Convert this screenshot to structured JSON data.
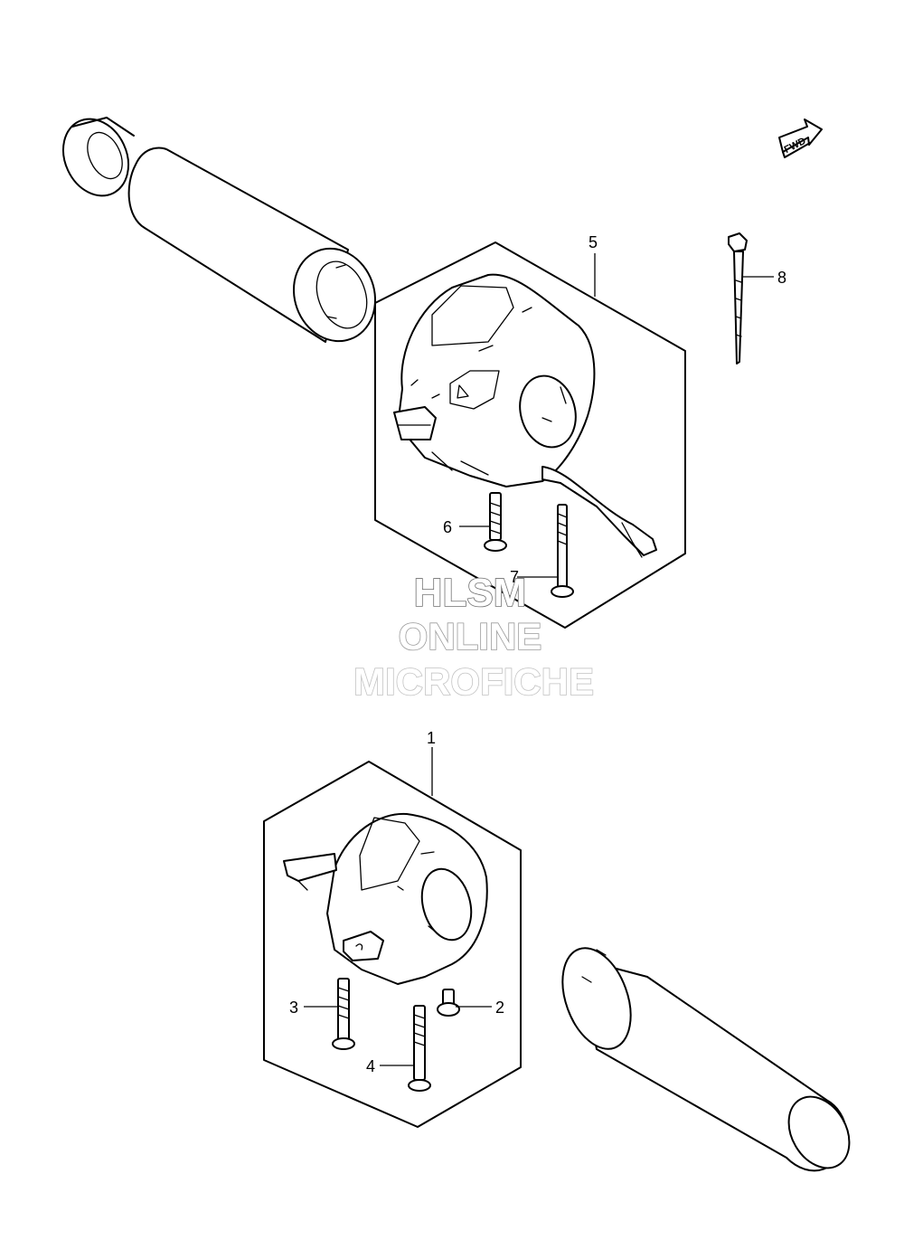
{
  "diagram": {
    "callouts": [
      {
        "id": "1",
        "label": "1"
      },
      {
        "id": "2",
        "label": "2"
      },
      {
        "id": "3",
        "label": "3"
      },
      {
        "id": "4",
        "label": "4"
      },
      {
        "id": "5",
        "label": "5"
      },
      {
        "id": "6",
        "label": "6"
      },
      {
        "id": "7",
        "label": "7"
      },
      {
        "id": "8",
        "label": "8"
      }
    ],
    "fwd_label": "FWD",
    "watermark": {
      "line1": "HLSM",
      "line2": "ONLINE",
      "line3": "MICROFICHE"
    }
  }
}
